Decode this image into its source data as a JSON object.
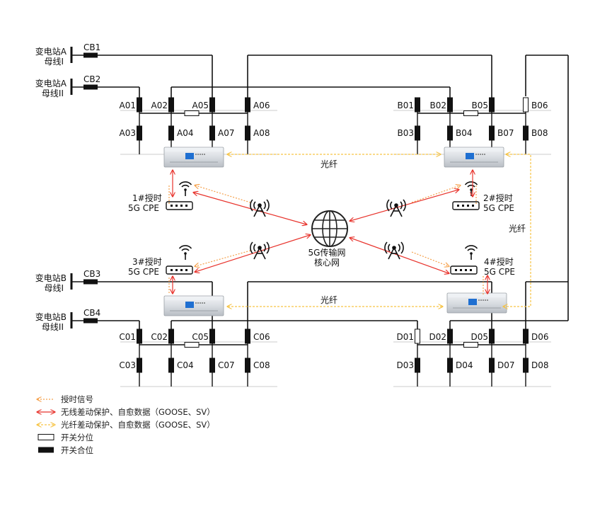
{
  "substations": {
    "a1": {
      "name": "变电站A",
      "bus": "母线I",
      "breaker": "CB1"
    },
    "a2": {
      "name": "变电站A",
      "bus": "母线II",
      "breaker": "CB2"
    },
    "b1": {
      "name": "变电站B",
      "bus": "母线I",
      "breaker": "CB3"
    },
    "b2": {
      "name": "变电站B",
      "bus": "母线II",
      "breaker": "CB4"
    }
  },
  "switches": {
    "A": {
      "top": [
        "A01",
        "A02",
        "A05",
        "A06"
      ],
      "bottom": [
        "A03",
        "A04",
        "A07",
        "A08"
      ]
    },
    "B": {
      "top": [
        "B01",
        "B02",
        "B05",
        "B06"
      ],
      "bottom": [
        "B03",
        "B04",
        "B07",
        "B08"
      ]
    },
    "C": {
      "top": [
        "C01",
        "C02",
        "C05",
        "C06"
      ],
      "bottom": [
        "C03",
        "C04",
        "C07",
        "C08"
      ]
    },
    "D": {
      "top": [
        "D01",
        "D02",
        "D05",
        "D06"
      ],
      "bottom": [
        "D03",
        "D04",
        "D07",
        "D08"
      ]
    }
  },
  "cpe": {
    "cpe1": {
      "line1": "1#授时",
      "line2": "5G CPE"
    },
    "cpe2": {
      "line1": "2#授时",
      "line2": "5G CPE"
    },
    "cpe3": {
      "line1": "3#授时",
      "line2": "5G CPE"
    },
    "cpe4": {
      "line1": "4#授时",
      "line2": "5G CPE"
    }
  },
  "core": {
    "line1": "5G传输网",
    "line2": "核心网"
  },
  "fiber_labels": {
    "top": "光纤",
    "bottom": "光纤",
    "right": "光纤"
  },
  "legend": [
    {
      "key": "timing",
      "text": "授时信号",
      "color": "#f5a04a"
    },
    {
      "key": "wireless",
      "text": "无线差动保护、自愈数据（GOOSE、SV）",
      "color": "#e8332c"
    },
    {
      "key": "fiber",
      "text": "光纤差动保护、自愈数据（GOOSE、SV）",
      "color": "#f6c343"
    },
    {
      "key": "open",
      "text": "开关分位"
    },
    {
      "key": "closed",
      "text": "开关合位"
    }
  ]
}
